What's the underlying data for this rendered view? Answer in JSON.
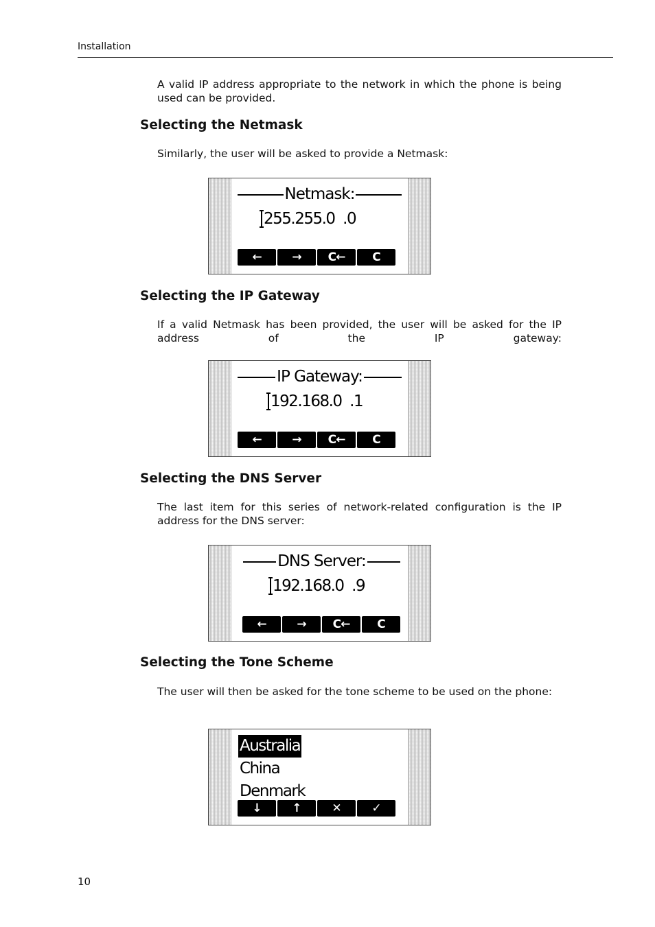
{
  "header": {
    "section": "Installation"
  },
  "intro": {
    "text": "A valid IP address appropriate to the network in which the phone is being used can be provided."
  },
  "netmask": {
    "heading": "Selecting the Netmask",
    "text": "Similarly, the user will be asked to provide a Netmask:",
    "screen": {
      "title": "Netmask:",
      "value": "255.255.0  .0",
      "softkeys": [
        "←",
        "→",
        "C←",
        "C"
      ]
    }
  },
  "gateway": {
    "heading": "Selecting the IP Gateway",
    "text": "If a valid Netmask has been provided, the user will be asked for the IP address of the IP gateway:",
    "screen": {
      "title": "IP Gateway:",
      "value": "192.168.0  .1",
      "softkeys": [
        "←",
        "→",
        "C←",
        "C"
      ]
    }
  },
  "dns": {
    "heading": "Selecting the DNS Server",
    "text": "The last item for this series of network-related configuration is the IP address for the DNS server:",
    "screen": {
      "title": "DNS Server:",
      "value": "192.168.0  .9",
      "softkeys": [
        "←",
        "→",
        "C←",
        "C"
      ]
    }
  },
  "tone": {
    "heading": "Selecting the Tone Scheme",
    "text": "The user will then be asked for the tone scheme to be used on the phone:",
    "screen": {
      "items": [
        "Australia",
        "China",
        "Denmark"
      ],
      "selected": "Australia",
      "softkeys": [
        "↓",
        "↑",
        "✕",
        "✓"
      ]
    }
  },
  "footer": {
    "page_number": "10"
  }
}
